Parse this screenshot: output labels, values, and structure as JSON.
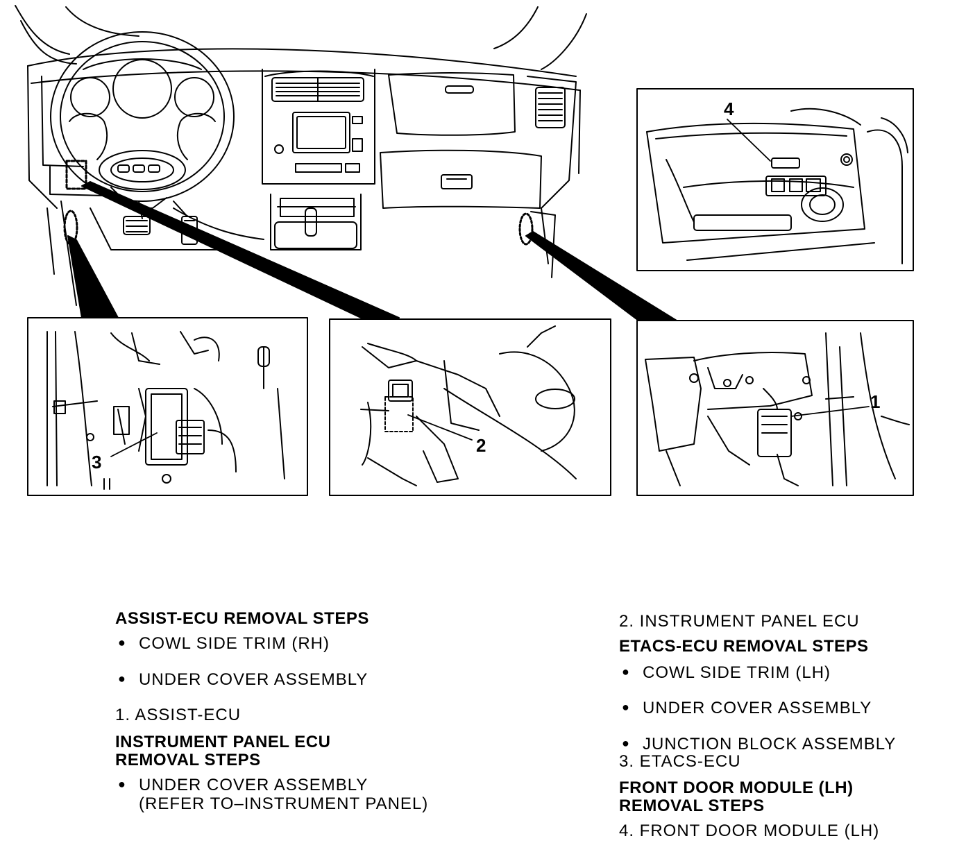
{
  "callouts": {
    "one": "1",
    "two": "2",
    "three": "3",
    "four": "4"
  },
  "left_column": {
    "assist_heading": "ASSIST-ECU REMOVAL STEPS",
    "assist_step_1": "COWL SIDE TRIM (RH)",
    "assist_step_2": "UNDER  COVER  ASSEMBLY",
    "assist_item": "1. ASSIST-ECU",
    "ip_heading_line1": "INSTRUMENT PANEL ECU",
    "ip_heading_line2": "REMOVAL STEPS",
    "ip_step_1_line1": "UNDER COVER ASSEMBLY",
    "ip_step_1_line2": "(REFER TO–INSTRUMENT  PANEL)"
  },
  "right_column": {
    "ip_item": "2. INSTRUMENT PANEL ECU",
    "etacs_heading": "ETACS-ECU REMOVAL STEPS",
    "etacs_step_1": "COWL SIDE TRIM (LH)",
    "etacs_step_2": "UNDER COVER ASSEMBLY",
    "etacs_step_3": "JUNCTION BLOCK ASSEMBLY",
    "etacs_item": "3. ETACS-ECU",
    "door_heading_line1": "FRONT DOOR MODULE (LH)",
    "door_heading_line2": "REMOVAL STEPS",
    "door_item": "4. FRONT DOOR MODULE (LH)"
  }
}
